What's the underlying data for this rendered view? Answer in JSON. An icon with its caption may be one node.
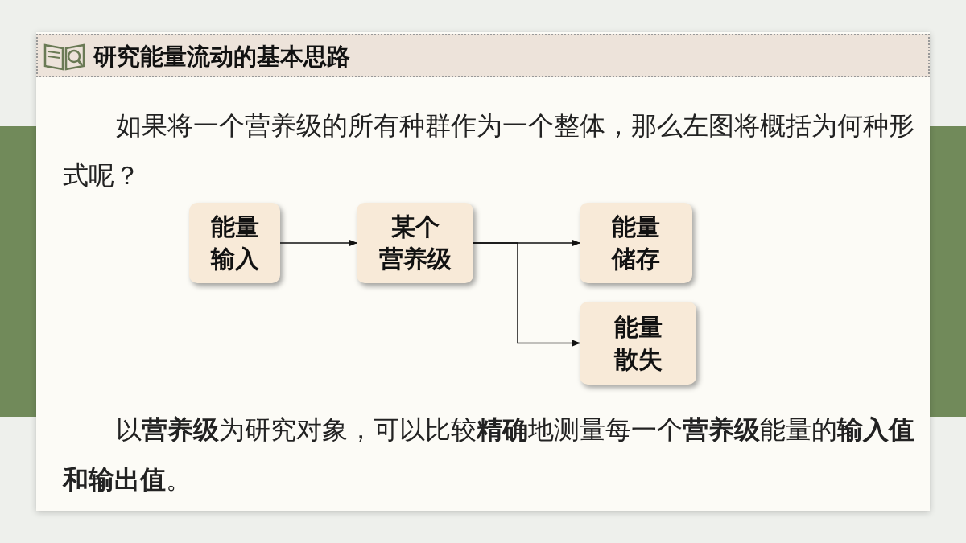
{
  "diagram": {
    "title": "研究能量流动的基本思路",
    "nodes": [
      {
        "text": [
          "能量输入"
        ]
      },
      {
        "text": [
          "某个营养级"
        ]
      },
      {
        "text": [
          "能量储存"
        ]
      },
      {
        "text": [
          "能量散失"
        ]
      }
    ],
    "edges": [
      {
        "from": 0,
        "to": 1,
        "arrow": "to"
      },
      {
        "from": 1,
        "to": 2,
        "arrow": "to"
      },
      {
        "from": 1,
        "to": 3,
        "arrow": "to"
      }
    ],
    "labels": [
      "如果将一个营养级的所有种群作为一个整体，那么左图将概括为何种形式呢？",
      "以**营养级**为研究对象，可以比较**精确**地测量每一个**营养级**能量的**输入值和输出值**。"
    ]
  }
}
